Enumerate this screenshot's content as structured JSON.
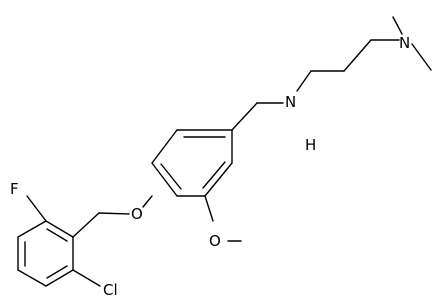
{
  "atoms": {
    "n_amine": "N",
    "h_amine": "H",
    "n_dimethyl": "N",
    "o_ether": "O",
    "o_methoxy": "O",
    "f": "F",
    "cl": "Cl"
  }
}
